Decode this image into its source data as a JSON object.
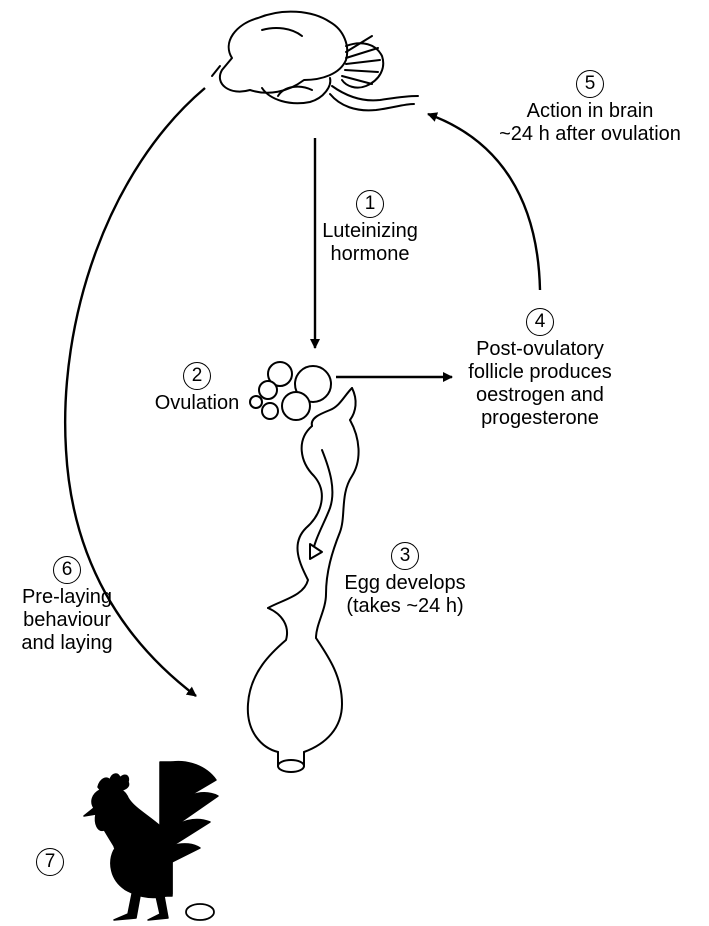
{
  "steps": [
    {
      "number": "1",
      "lines": [
        "Luteinizing",
        "hormone"
      ]
    },
    {
      "number": "2",
      "lines": [
        "Ovulation"
      ]
    },
    {
      "number": "3",
      "lines": [
        "Egg develops",
        "(takes ~24 h)"
      ]
    },
    {
      "number": "4",
      "lines": [
        "Post-ovulatory",
        "follicle produces",
        "oestrogen and",
        "progesterone"
      ]
    },
    {
      "number": "5",
      "lines": [
        "Action in brain",
        "~24 h after ovulation"
      ]
    },
    {
      "number": "6",
      "lines": [
        "Pre-laying",
        "behaviour",
        "and laying"
      ]
    },
    {
      "number": "7",
      "lines": []
    }
  ],
  "icons": {
    "brain": "brain-icon",
    "ovary": "ovary-follicles-icon",
    "oviduct": "oviduct-icon",
    "hen": "hen-silhouette-icon",
    "egg": "egg-icon"
  },
  "colors": {
    "ink": "#000000",
    "background": "#ffffff"
  }
}
